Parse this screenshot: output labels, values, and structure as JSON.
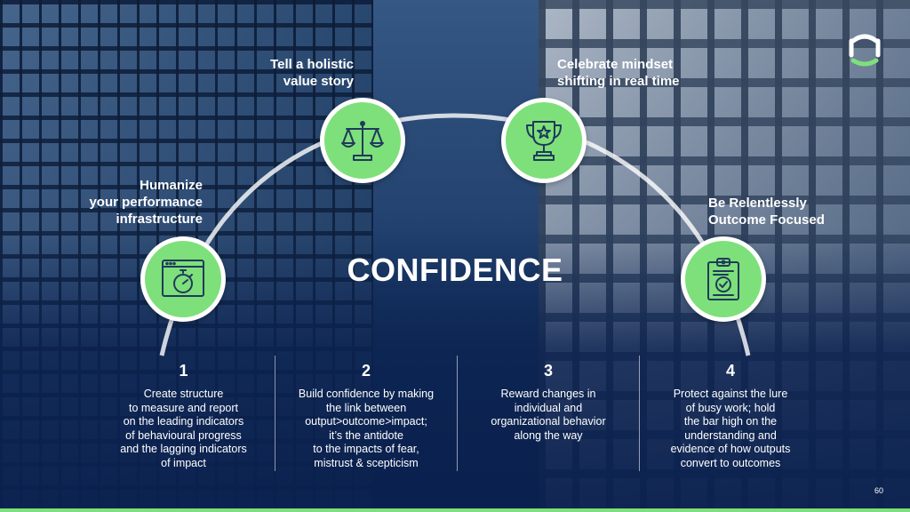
{
  "title": "CONFIDENCE",
  "nodes": [
    {
      "label_lines": [
        "Humanize",
        "your performance",
        "infrastructure"
      ],
      "icon": "stopwatch-icon"
    },
    {
      "label_lines": [
        "Tell a holistic",
        "value story"
      ],
      "icon": "scales-icon"
    },
    {
      "label_lines": [
        "Celebrate mindset",
        "shifting in real time"
      ],
      "icon": "trophy-icon"
    },
    {
      "label_lines": [
        "Be Relentlessly",
        "Outcome Focused"
      ],
      "icon": "clipboard-check-icon"
    }
  ],
  "columns": [
    {
      "number": "1",
      "lines": [
        "Create structure",
        "to measure and report",
        "on the leading indicators",
        "of behavioural progress",
        "and the lagging indicators",
        "of impact"
      ]
    },
    {
      "number": "2",
      "lines": [
        "Build confidence by making",
        "the link between",
        "output>outcome>impact;",
        "it’s the antidote",
        "to the impacts of fear,",
        "mistrust & scepticism"
      ]
    },
    {
      "number": "3",
      "lines": [
        "Reward changes in",
        "individual and",
        "organizational behavior",
        "along the way"
      ]
    },
    {
      "number": "4",
      "lines": [
        "Protect against the lure",
        "of busy work; hold",
        "the bar high on the",
        "understanding and",
        "evidence of how outputs",
        "convert to outcomes"
      ]
    }
  ],
  "page_number": "60",
  "colors": {
    "accent": "#7ee07a",
    "background": "#0f2a52",
    "text": "#ffffff"
  }
}
